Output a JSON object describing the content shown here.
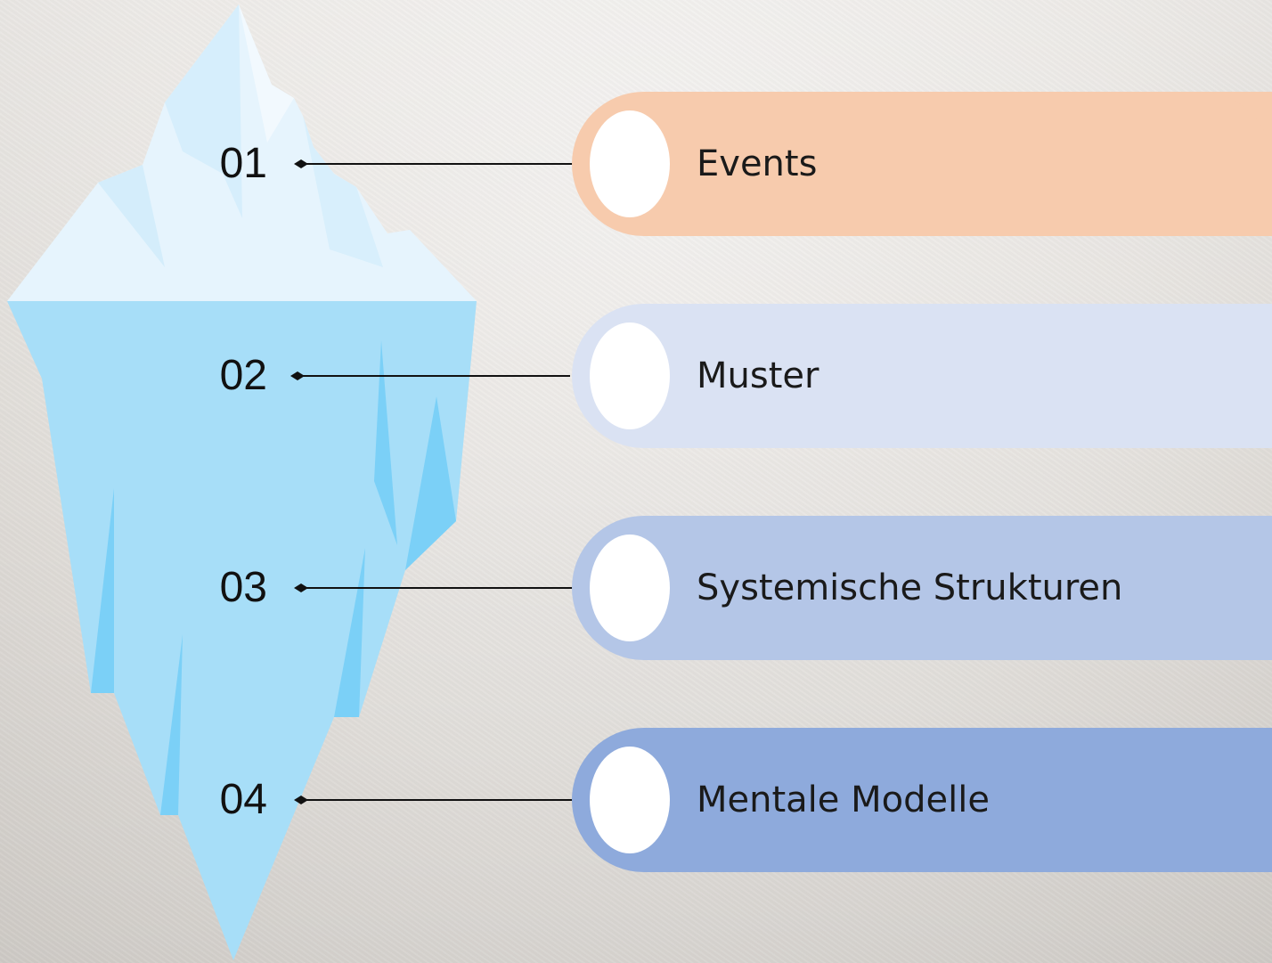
{
  "levels": [
    {
      "number": "01",
      "label": "Events",
      "color": "#f7cbad"
    },
    {
      "number": "02",
      "label": "Muster",
      "color": "#dae2f3"
    },
    {
      "number": "03",
      "label": "Systemische Strukturen",
      "color": "#b4c6e7"
    },
    {
      "number": "04",
      "label": "Mentale Modelle",
      "color": "#8eaadc"
    }
  ],
  "colors": {
    "ice_above_light": "#e6f4fd",
    "ice_above_mid": "#d3ecfb",
    "ice_below": "#a7def8",
    "ice_shadow": "#7bd0f7",
    "connector": "#111111"
  }
}
